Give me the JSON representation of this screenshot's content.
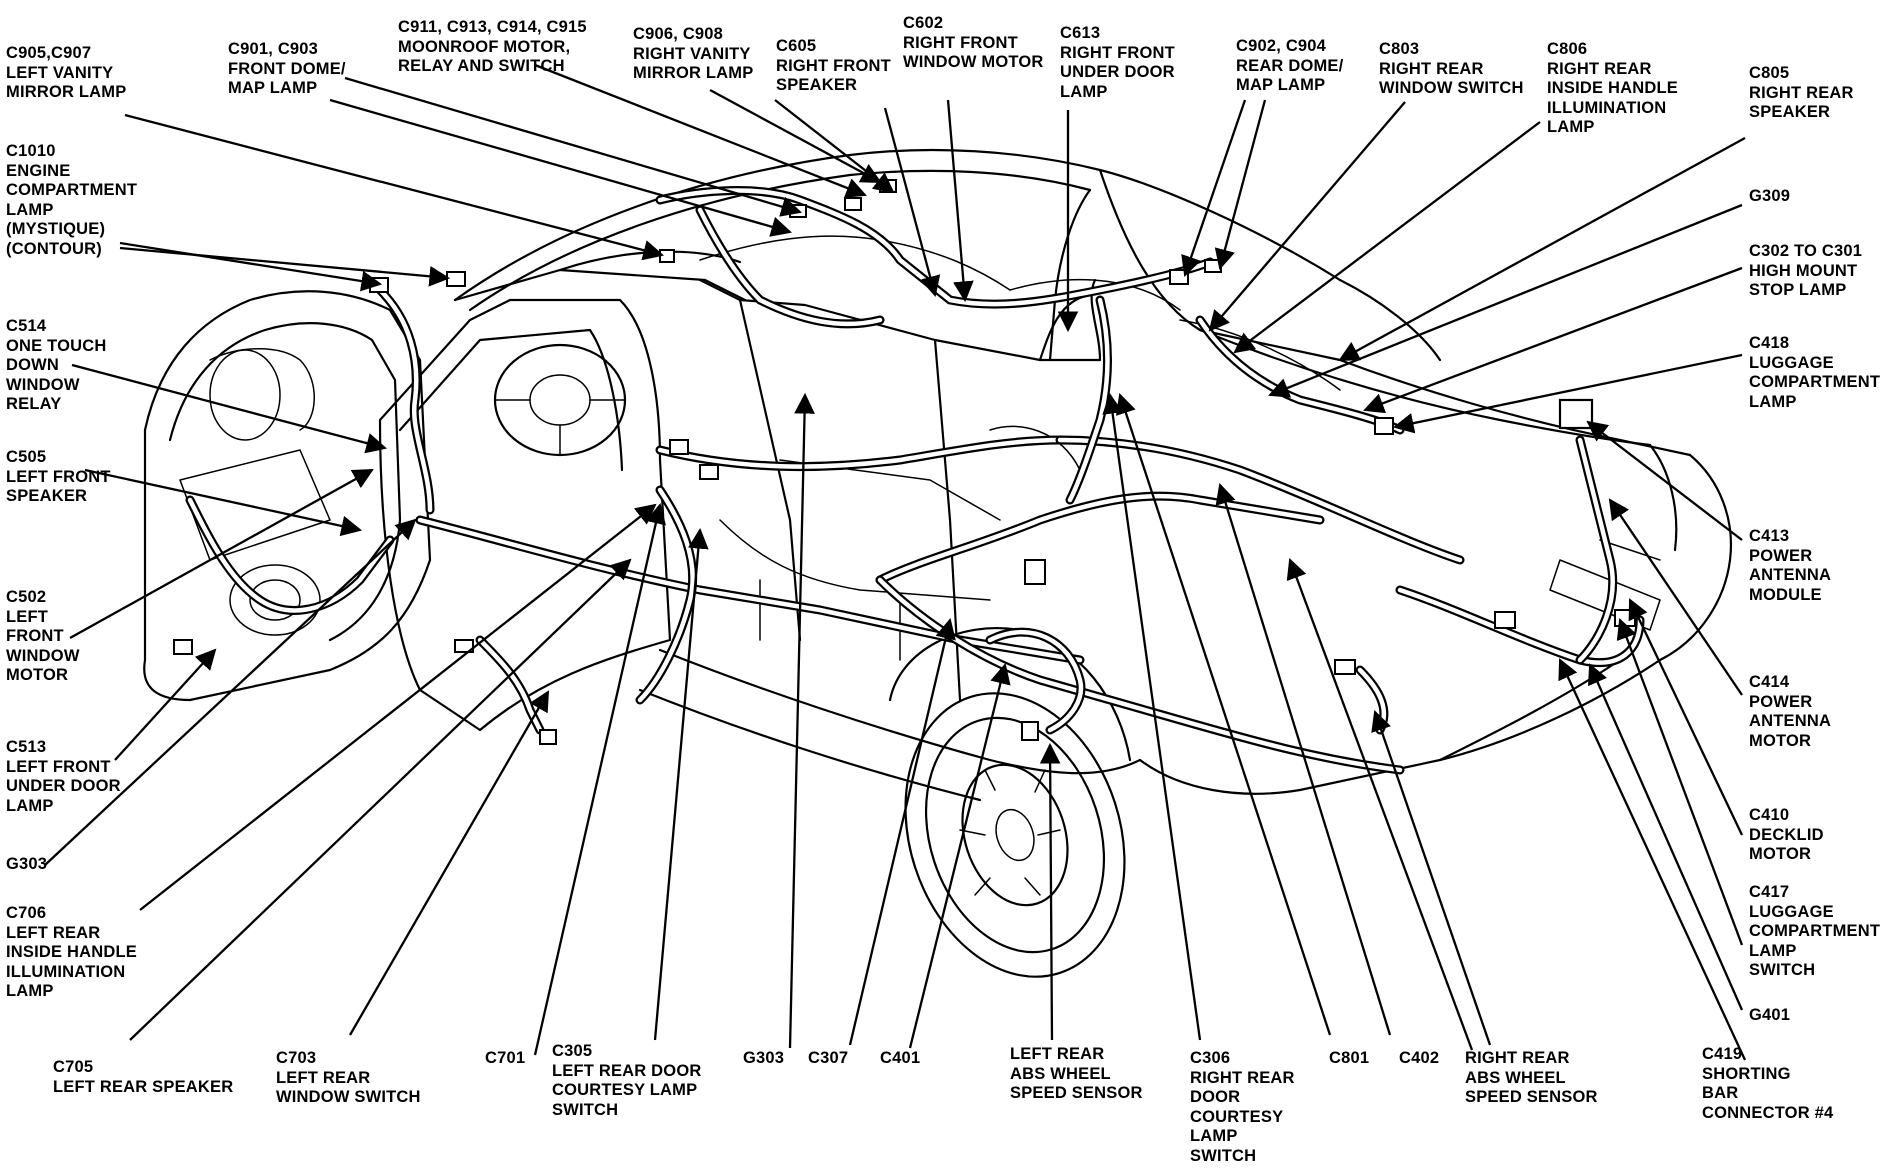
{
  "labels": [
    {
      "id": "c905",
      "lines": [
        "C905,C907",
        "LEFT VANITY",
        "MIRROR LAMP"
      ]
    },
    {
      "id": "c901",
      "lines": [
        "C901, C903",
        "FRONT DOME/",
        "MAP LAMP"
      ]
    },
    {
      "id": "c911",
      "lines": [
        "C911, C913, C914, C915",
        "MOONROOF MOTOR,",
        "RELAY AND SWITCH"
      ]
    },
    {
      "id": "c906",
      "lines": [
        "C906, C908",
        "RIGHT VANITY",
        "MIRROR LAMP"
      ]
    },
    {
      "id": "c605",
      "lines": [
        "C605",
        "RIGHT FRONT",
        "SPEAKER"
      ]
    },
    {
      "id": "c602",
      "lines": [
        "C602",
        "RIGHT FRONT",
        "WINDOW MOTOR"
      ]
    },
    {
      "id": "c613",
      "lines": [
        "C613",
        "RIGHT FRONT",
        "UNDER DOOR",
        "LAMP"
      ]
    },
    {
      "id": "c902",
      "lines": [
        "C902, C904",
        "REAR DOME/",
        "MAP LAMP"
      ]
    },
    {
      "id": "c803",
      "lines": [
        "C803",
        "RIGHT REAR",
        "WINDOW SWITCH"
      ]
    },
    {
      "id": "c806",
      "lines": [
        "C806",
        "RIGHT REAR",
        "INSIDE HANDLE",
        "ILLUMINATION",
        "LAMP"
      ]
    },
    {
      "id": "c805",
      "lines": [
        "C805",
        "RIGHT REAR",
        "SPEAKER"
      ]
    },
    {
      "id": "c1010",
      "lines": [
        "C1010",
        "ENGINE",
        "COMPARTMENT",
        "LAMP",
        "(MYSTIQUE)",
        "(CONTOUR)"
      ]
    },
    {
      "id": "g309",
      "lines": [
        "G309"
      ]
    },
    {
      "id": "c302",
      "lines": [
        "C302 TO C301",
        "HIGH MOUNT",
        "STOP LAMP"
      ]
    },
    {
      "id": "c418",
      "lines": [
        "C418",
        "LUGGAGE",
        "COMPARTMENT",
        "LAMP"
      ]
    },
    {
      "id": "c514",
      "lines": [
        "C514",
        "ONE TOUCH",
        "DOWN",
        "WINDOW",
        "RELAY"
      ]
    },
    {
      "id": "c505",
      "lines": [
        "C505",
        "LEFT FRONT",
        "SPEAKER"
      ]
    },
    {
      "id": "c413",
      "lines": [
        "C413",
        "POWER",
        "ANTENNA",
        "MODULE"
      ]
    },
    {
      "id": "c502",
      "lines": [
        "C502",
        "LEFT",
        "FRONT",
        "WINDOW",
        "MOTOR"
      ]
    },
    {
      "id": "c414",
      "lines": [
        "C414",
        "POWER",
        "ANTENNA",
        "MOTOR"
      ]
    },
    {
      "id": "c513",
      "lines": [
        "C513",
        "LEFT FRONT",
        "UNDER DOOR",
        "LAMP"
      ]
    },
    {
      "id": "c410",
      "lines": [
        "C410",
        "DECKLID",
        "MOTOR"
      ]
    },
    {
      "id": "g303a",
      "lines": [
        "G303"
      ]
    },
    {
      "id": "c417",
      "lines": [
        "C417",
        "LUGGAGE",
        "COMPARTMENT",
        "LAMP",
        "SWITCH"
      ]
    },
    {
      "id": "c706",
      "lines": [
        "C706",
        "LEFT REAR",
        "INSIDE HANDLE",
        "ILLUMINATION",
        "LAMP"
      ]
    },
    {
      "id": "g401",
      "lines": [
        "G401"
      ]
    },
    {
      "id": "c419",
      "lines": [
        "C419",
        "SHORTING",
        "BAR",
        "CONNECTOR #4"
      ]
    },
    {
      "id": "c705",
      "lines": [
        "C705",
        "LEFT REAR SPEAKER"
      ]
    },
    {
      "id": "c703",
      "lines": [
        "C703",
        "LEFT REAR",
        "WINDOW  SWITCH"
      ]
    },
    {
      "id": "c701",
      "lines": [
        "C701"
      ]
    },
    {
      "id": "c305",
      "lines": [
        "C305",
        "LEFT REAR DOOR",
        "COURTESY LAMP",
        "SWITCH"
      ]
    },
    {
      "id": "g303b",
      "lines": [
        "G303"
      ]
    },
    {
      "id": "c307",
      "lines": [
        "C307"
      ]
    },
    {
      "id": "c401",
      "lines": [
        "C401"
      ]
    },
    {
      "id": "lrabs",
      "lines": [
        "LEFT REAR",
        "ABS WHEEL",
        "SPEED SENSOR"
      ]
    },
    {
      "id": "c306",
      "lines": [
        "C306",
        "RIGHT REAR",
        "DOOR",
        "COURTESY",
        "LAMP",
        "SWITCH"
      ]
    },
    {
      "id": "c801",
      "lines": [
        "C801"
      ]
    },
    {
      "id": "c402",
      "lines": [
        "C402"
      ]
    },
    {
      "id": "rrabs",
      "lines": [
        "RIGHT REAR",
        "ABS WHEEL",
        "SPEED SENSOR"
      ]
    }
  ]
}
